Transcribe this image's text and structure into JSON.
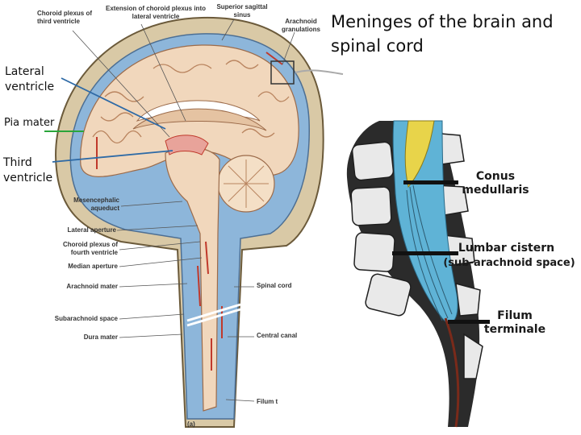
{
  "title": "Meninges of the brain and spinal cord",
  "callouts": {
    "lateral_ventricle": "Lateral ventricle",
    "pia_mater": "Pia mater",
    "third_ventricle": "Third ventricle"
  },
  "top_labels": {
    "choroid_third": "Choroid plexus of third ventricle",
    "extension_choroid": "Extension of choroid plexus into lateral ventricle",
    "superior_sagittal": "Superior sagittal sinus",
    "arachnoid_granulations": "Arachnoid granulations"
  },
  "left_labels": {
    "mesencephalic_aqueduct": "Mesencephalic aqueduct",
    "lateral_aperture": "Lateral aperture",
    "choroid_fourth": "Choroid plexus of fourth ventricle",
    "median_aperture": "Median aperture",
    "arachnoid_mater": "Arachnoid mater",
    "subarachnoid_space": "Subarachnoid space",
    "dura_mater": "Dura mater"
  },
  "right_labels": {
    "spinal_cord": "Spinal cord",
    "central_canal": "Central canal",
    "filum": "Filum t"
  },
  "panel_letter": "(a)",
  "spine_labels": {
    "conus": "Conus medullaris",
    "lumbar": "Lumbar cistern",
    "lumbar_sub": "(sub-arachnoid space)",
    "filum_terminale": "Filum terminale"
  },
  "colors": {
    "skull": "#d8c8a4",
    "brain": "#f1d8bd",
    "csf": "#8fb7d9",
    "red": "#c0392b",
    "spine_blue": "#5fb3d6",
    "spine_cord": "#e9d44a"
  }
}
